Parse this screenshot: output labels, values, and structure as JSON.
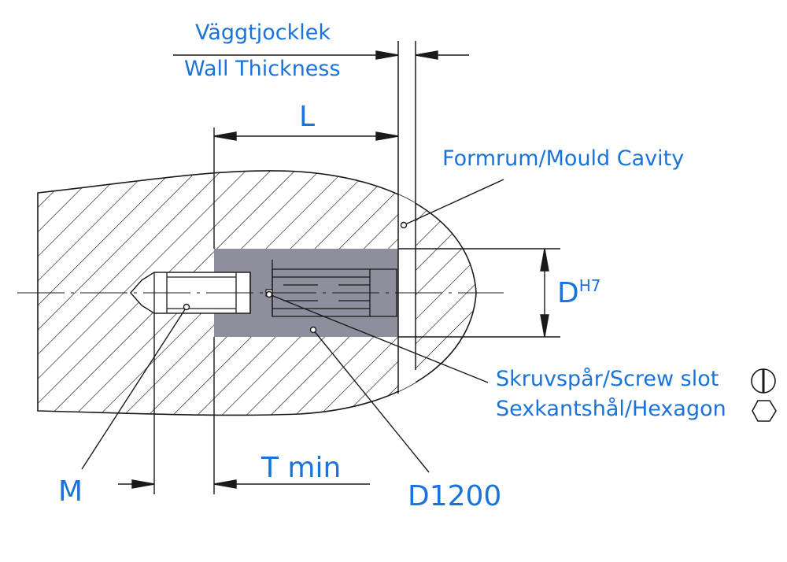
{
  "labels": {
    "wall_sv": "Väggtjocklek",
    "wall_en": "Wall Thickness",
    "length": "L",
    "mould_cavity": "Formrum/Mould Cavity",
    "diameter": "D",
    "diameter_tol": "H7",
    "screw_slot": "Skruvspår/Screw slot",
    "hexagon": "Sexkantshål/Hexagon",
    "thread": "M",
    "t_min": "T min",
    "d1200": "D1200"
  },
  "icons": [
    "screw-slot-icon",
    "hexagon-icon"
  ],
  "colors": {
    "label_blue": "#1a73d9",
    "insert_fill": "#8e8f9d",
    "line": "#1a1a1a"
  }
}
